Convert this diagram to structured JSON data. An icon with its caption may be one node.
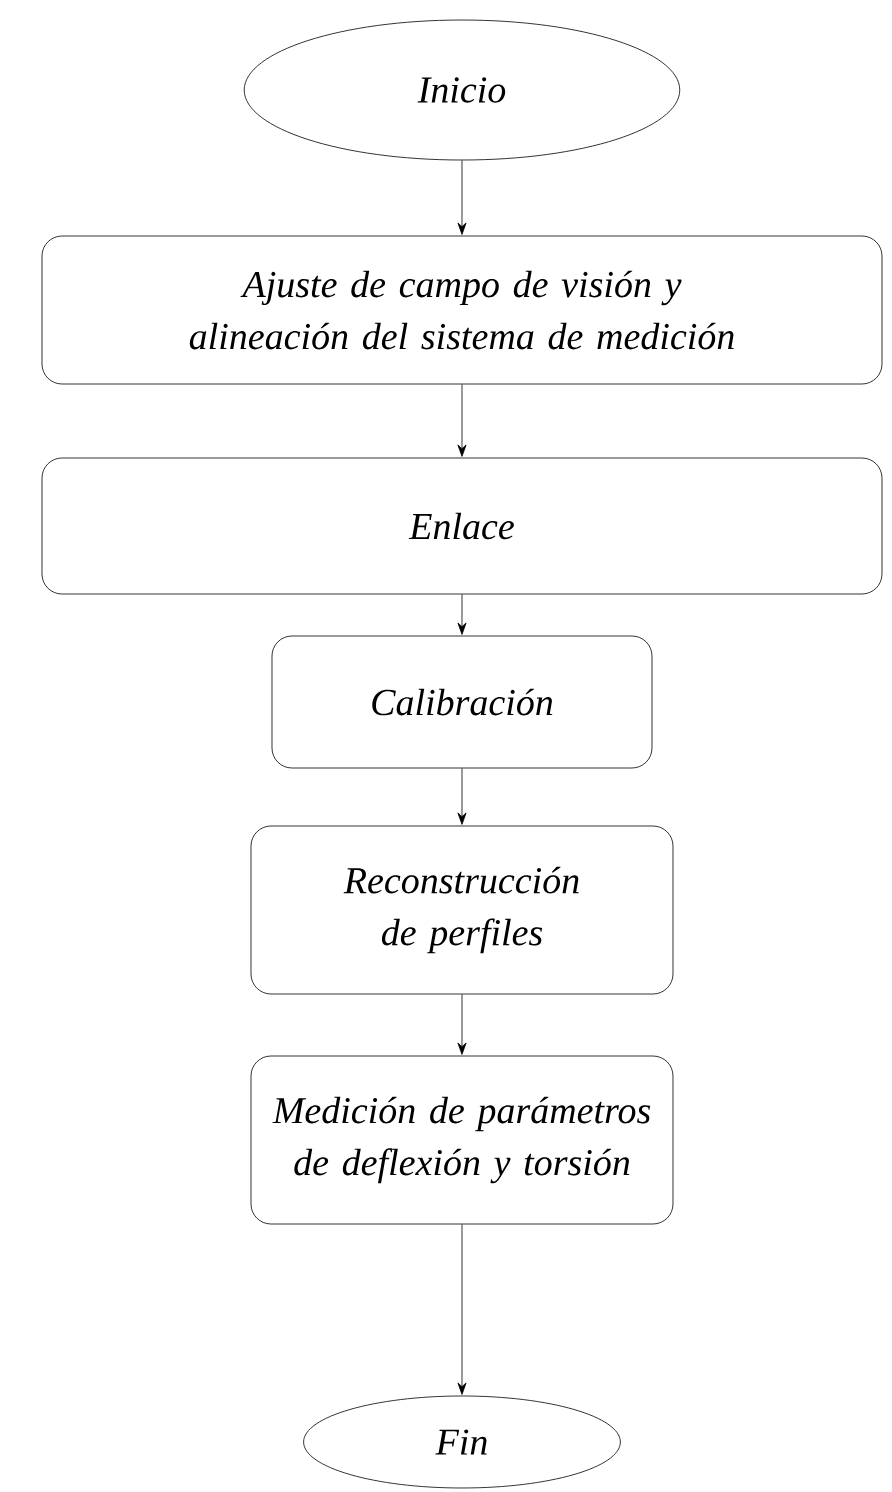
{
  "diagram": {
    "nodes": [
      {
        "text": [
          "Inicio"
        ]
      },
      {
        "text": [
          "Ajuste de campo de visión y alineación del sistema de medición"
        ]
      },
      {
        "text": [
          "Enlace"
        ]
      },
      {
        "text": [
          "Calibración"
        ]
      },
      {
        "text": [
          "Reconstrucción de perfiles"
        ]
      },
      {
        "text": [
          "Medición de parámetros de deflexión y torsión"
        ]
      },
      {
        "text": [
          "Fin"
        ]
      }
    ],
    "edges": [
      {
        "from": 0,
        "to": 1,
        "arrow": "to"
      },
      {
        "from": 1,
        "to": 2,
        "arrow": "to"
      },
      {
        "from": 2,
        "to": 3,
        "arrow": "to"
      },
      {
        "from": 3,
        "to": 4,
        "arrow": "to"
      },
      {
        "from": 4,
        "to": 5,
        "arrow": "to"
      },
      {
        "from": 5,
        "to": 6,
        "arrow": "to"
      }
    ]
  }
}
